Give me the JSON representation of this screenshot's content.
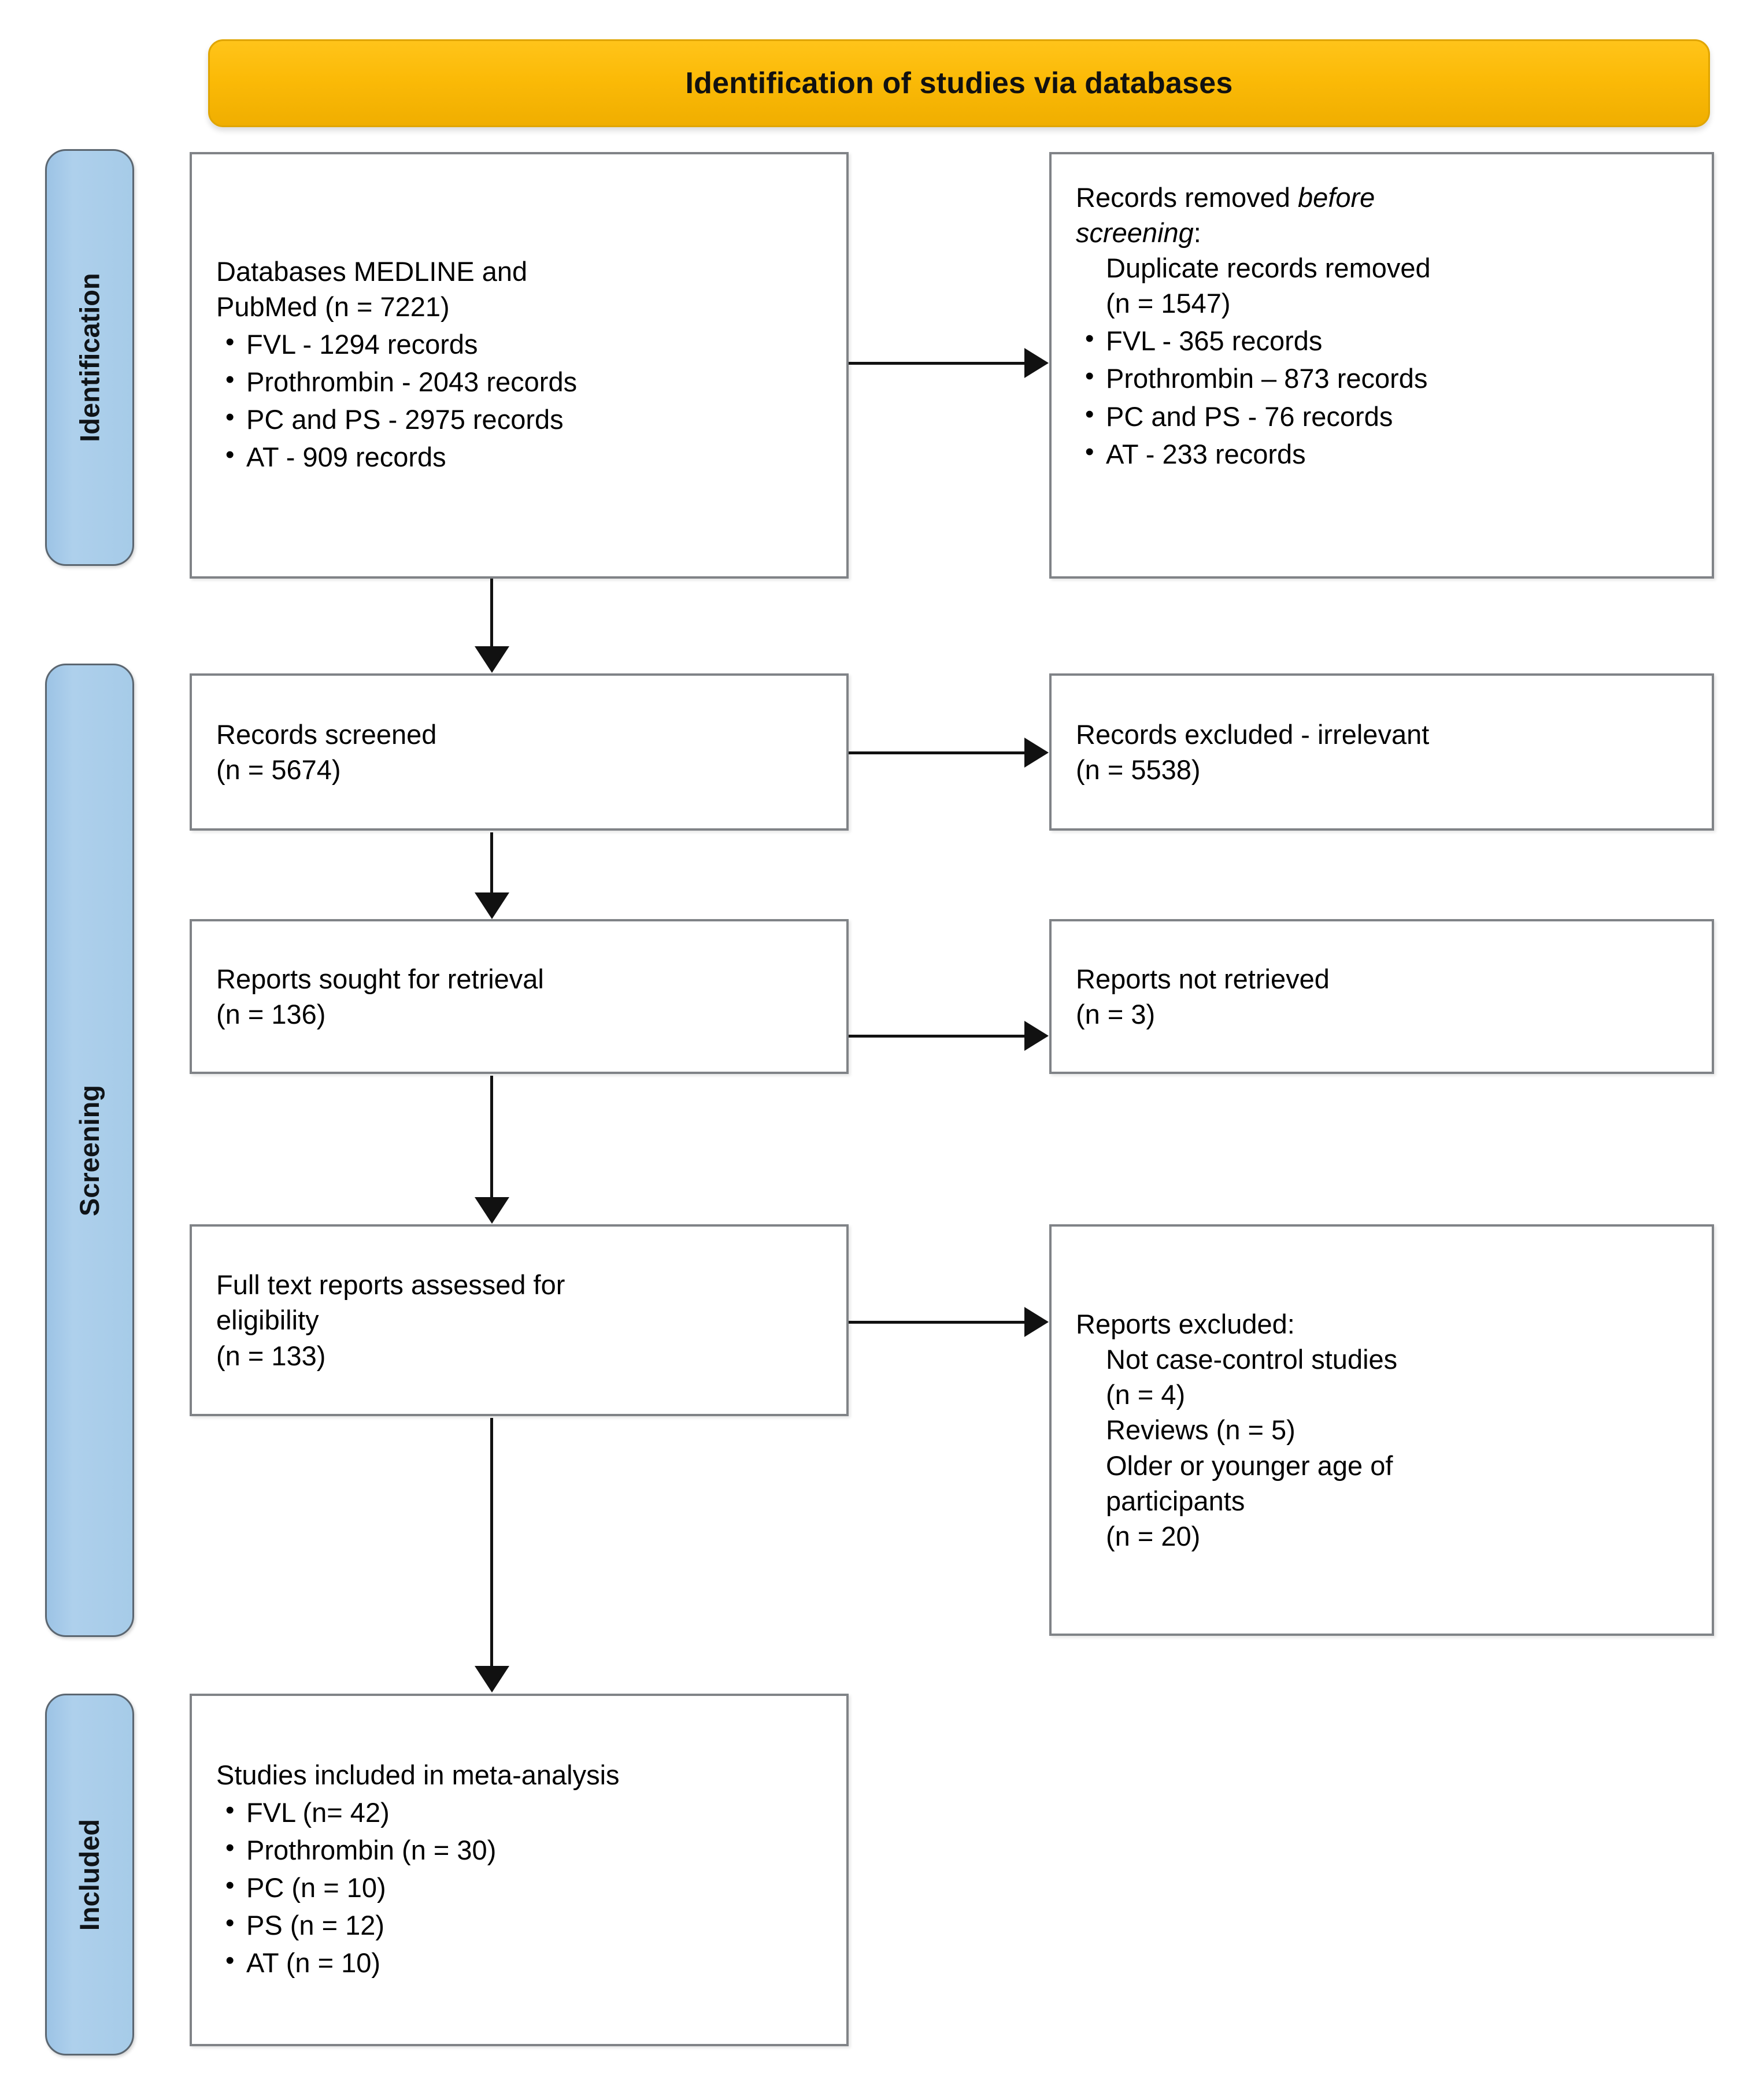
{
  "banner": {
    "title": "Identification of studies via databases",
    "color": "#FBBA07"
  },
  "stages": {
    "color": "#A6CBE8",
    "identification": "Identification",
    "screening": "Screening",
    "included": "Included"
  },
  "boxes": {
    "identification": {
      "heading_line1": "Databases MEDLINE and",
      "heading_line2": "PubMed (n = 7221)",
      "bullets": [
        "FVL - 1294 records",
        "Prothrombin - 2043 records",
        "PC and PS - 2975 records",
        "AT - 909 records"
      ]
    },
    "records_removed": {
      "heading_plain": "Records removed ",
      "heading_italic_1": "before",
      "heading_italic_2": "screening",
      "heading_colon": ":",
      "sub_line1": "Duplicate records removed",
      "sub_line2": "(n = 1547)",
      "bullets": [
        "FVL - 365 records",
        "Prothrombin – 873  records",
        "PC and PS - 76 records",
        "AT - 233 records"
      ]
    },
    "records_screened": {
      "line1": "Records screened",
      "line2": "(n = 5674)"
    },
    "records_excluded_irrelevant": {
      "line1": "Records excluded - irrelevant",
      "line2": "(n = 5538)"
    },
    "reports_sought": {
      "line1": "Reports sought for retrieval",
      "line2": "(n = 136)"
    },
    "reports_not_retrieved": {
      "line1": "Reports not retrieved",
      "line2": "(n = 3)"
    },
    "full_text_assessed": {
      "line1": "Full text reports assessed for",
      "line2": "eligibility",
      "line3": "(n = 133)"
    },
    "reports_excluded": {
      "heading": "Reports excluded:",
      "items": [
        "Not case-control studies",
        "(n = 4)",
        "Reviews (n = 5)",
        "Older or younger age of",
        "participants",
        "(n = 20)"
      ]
    },
    "studies_included": {
      "heading": "Studies included in meta-analysis",
      "bullets": [
        "FVL (n= 42)",
        "Prothrombin  (n = 30)",
        "PC  (n = 10)",
        "PS  (n = 12)",
        "AT  (n = 10)"
      ]
    }
  }
}
